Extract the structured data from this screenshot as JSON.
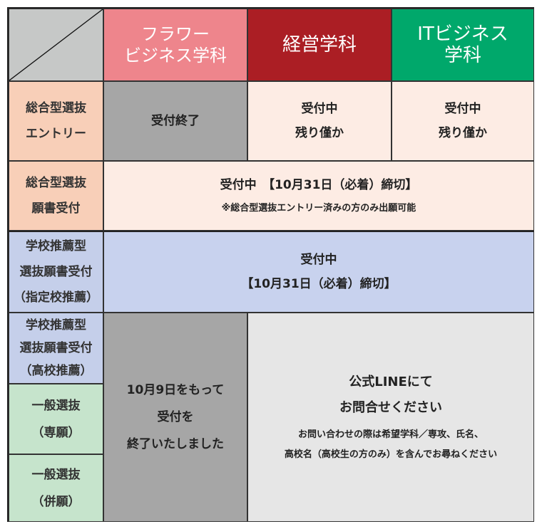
{
  "colors": {
    "corner": "#c6c8c7",
    "flower": "#ee858c",
    "management": "#ab1e24",
    "it": "#00a86b",
    "peach_header": "#f8cfb8",
    "peach_cell": "#fdece4",
    "blue_header": "#c5cfea",
    "blue_cell": "#c8d2ee",
    "green_header": "#c6e4cc",
    "closed_gray": "#a6a6a6",
    "contact_gray": "#e6e6e6"
  },
  "columns": [
    {
      "label": "フラワー\nビジネス学科"
    },
    {
      "label": "経営学科"
    },
    {
      "label": "ITビジネス\n学科"
    }
  ],
  "rows": {
    "entry": {
      "label": "総合型選抜\nエントリー",
      "flower": "受付終了",
      "management": "受付中\n残り僅か",
      "it": "受付中\n残り僅か"
    },
    "application": {
      "label": "総合型選抜\n願書受付",
      "status": "受付中　【10月31日（必着）締切】",
      "note": "※総合型選抜エントリー済みの方のみ出願可能"
    },
    "designated": {
      "label": "学校推薦型\n選抜願書受付\n（指定校推薦）",
      "status": "受付中\n【10月31日（必着）締切】"
    },
    "school": {
      "label": "学校推薦型\n選抜願書受付\n（高校推薦）"
    },
    "general_single": {
      "label": "一般選抜\n（専願）"
    },
    "general_multi": {
      "label": "一般選抜\n（併願）"
    },
    "flower_closed": "10月9日をもって\n受付を\n終了いたしました",
    "contact": {
      "title": "公式LINEにて\nお問合せください",
      "note": "お問い合わせの際は希望学科／専攻、氏名、\n高校名（高校生の方のみ）を含んでお尋ねください"
    }
  }
}
